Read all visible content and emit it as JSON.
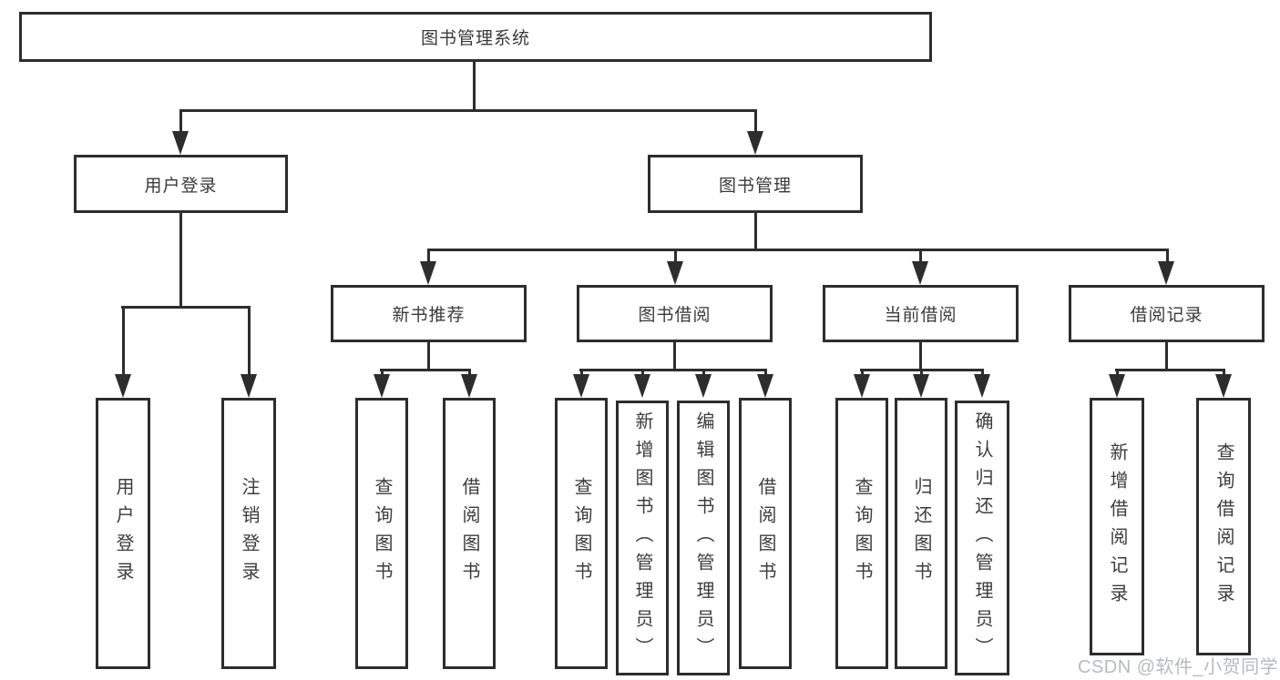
{
  "diagram": {
    "root": {
      "label": "图书管理系统"
    },
    "login": {
      "label": "用户登录",
      "children": [
        {
          "label": "用户登录"
        },
        {
          "label": "注销登录"
        }
      ]
    },
    "mgmt": {
      "label": "图书管理",
      "children": [
        {
          "label": "新书推荐",
          "children": [
            {
              "label": "查询图书"
            },
            {
              "label": "借阅图书"
            }
          ]
        },
        {
          "label": "图书借阅",
          "children": [
            {
              "label": "查询图书"
            },
            {
              "label": "新增图书（管理员）"
            },
            {
              "label": "编辑图书（管理员）"
            },
            {
              "label": "借阅图书"
            }
          ]
        },
        {
          "label": "当前借阅",
          "children": [
            {
              "label": "查询图书"
            },
            {
              "label": "归还图书"
            },
            {
              "label": "确认归还（管理员）"
            }
          ]
        },
        {
          "label": "借阅记录",
          "children": [
            {
              "label": "新增借阅记录"
            },
            {
              "label": "查询借阅记录"
            }
          ]
        }
      ]
    },
    "watermark": "CSDN @软件_小贺同学",
    "colors": {
      "line": "#2d2d2d",
      "text": "#3a3a3a",
      "watermark": "#b6bac0",
      "background": "#ffffff"
    }
  }
}
